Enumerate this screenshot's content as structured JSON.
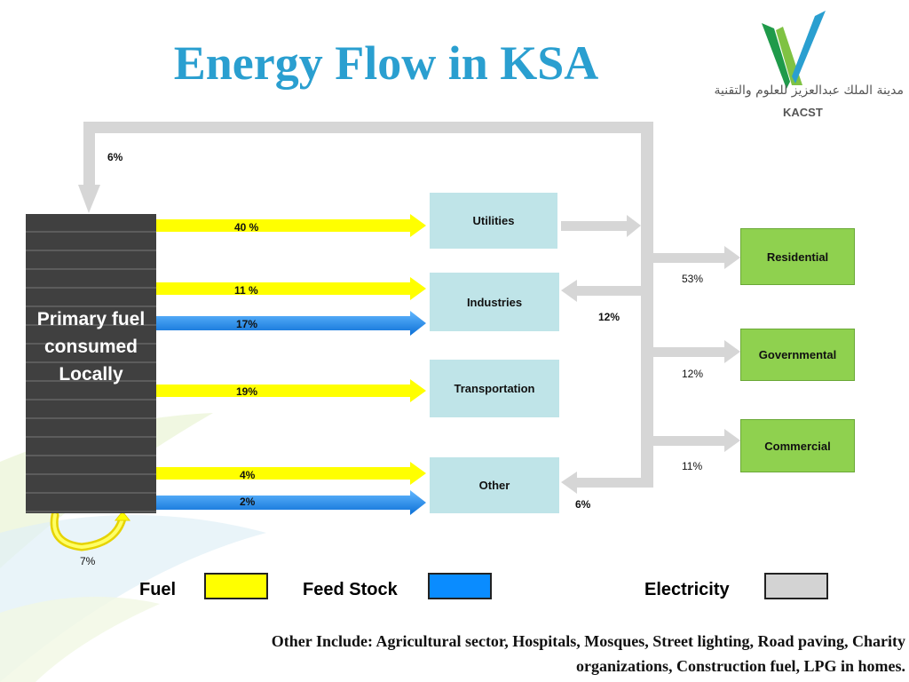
{
  "title": "Energy Flow in KSA",
  "logo": {
    "arabic": "مدينة الملك عبدالعزيز للعلوم والتقنية",
    "abbr": "KACST"
  },
  "primary": {
    "label": "Primary fuel consumed Locally"
  },
  "sectors": {
    "utilities": "Utilities",
    "industries": "Industries",
    "transportation": "Transportation",
    "other": "Other"
  },
  "end_uses": {
    "residential": "Residential",
    "governmental": "Governmental",
    "commercial": "Commercial"
  },
  "flows": {
    "feedback_top": "6%",
    "fuel_utilities": "40 %",
    "fuel_industries": "11 %",
    "feed_industries": "17%",
    "fuel_transport": "19%",
    "fuel_other": "4%",
    "feed_other": "2%",
    "self_loop": "7%",
    "elec_industries": "12%",
    "elec_other": "6%",
    "elec_residential": "53%",
    "elec_governmental": "12%",
    "elec_commercial": "11%"
  },
  "legend": {
    "fuel": "Fuel",
    "feedstock": "Feed Stock",
    "electricity": "Electricity"
  },
  "colors": {
    "fuel": "#ffff00",
    "feedstock": "#1e90ff",
    "electricity": "#d3d3d3",
    "title": "#2a9fd0",
    "sector": "#bfe4e8",
    "end_use": "#8fd14f"
  },
  "note": "Other Include: Agricultural sector, Hospitals, Mosques, Street lighting, Road paving, Charity organizations, Construction fuel, LPG in homes."
}
